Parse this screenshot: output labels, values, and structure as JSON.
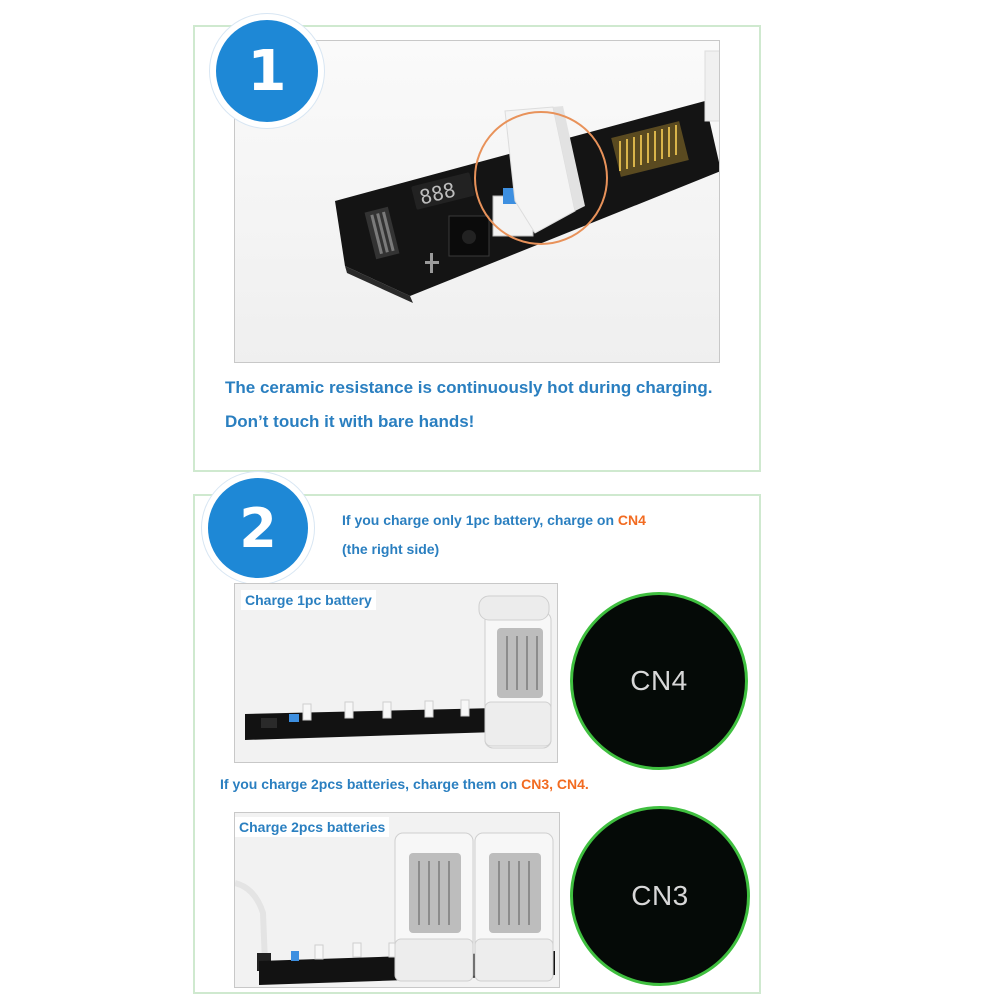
{
  "step1": {
    "number": "1",
    "line1": "The ceramic resistance is continuously hot during charging.",
    "line2": "Don’t touch it with bare hands!",
    "display_digits": "888"
  },
  "step2": {
    "number": "2",
    "instruction1_prefix": "If you charge only 1pc battery, charge on ",
    "instruction1_highlight": "CN4",
    "instruction1_line2": "(the right side)",
    "photo1_label": "Charge 1pc battery",
    "circle1_label": "CN4",
    "instruction2_prefix": "If you charge 2pcs batteries, charge them on ",
    "instruction2_highlight": "CN3, CN4.",
    "photo2_label": "Charge 2pcs batteries",
    "circle2_label": "CN3"
  },
  "colors": {
    "accent_blue": "#1e88d6",
    "text_blue": "#2a7fc0",
    "highlight_orange": "#f26b21",
    "panel_border": "#cfe9cf",
    "circle_ring": "#3fbf3f"
  }
}
